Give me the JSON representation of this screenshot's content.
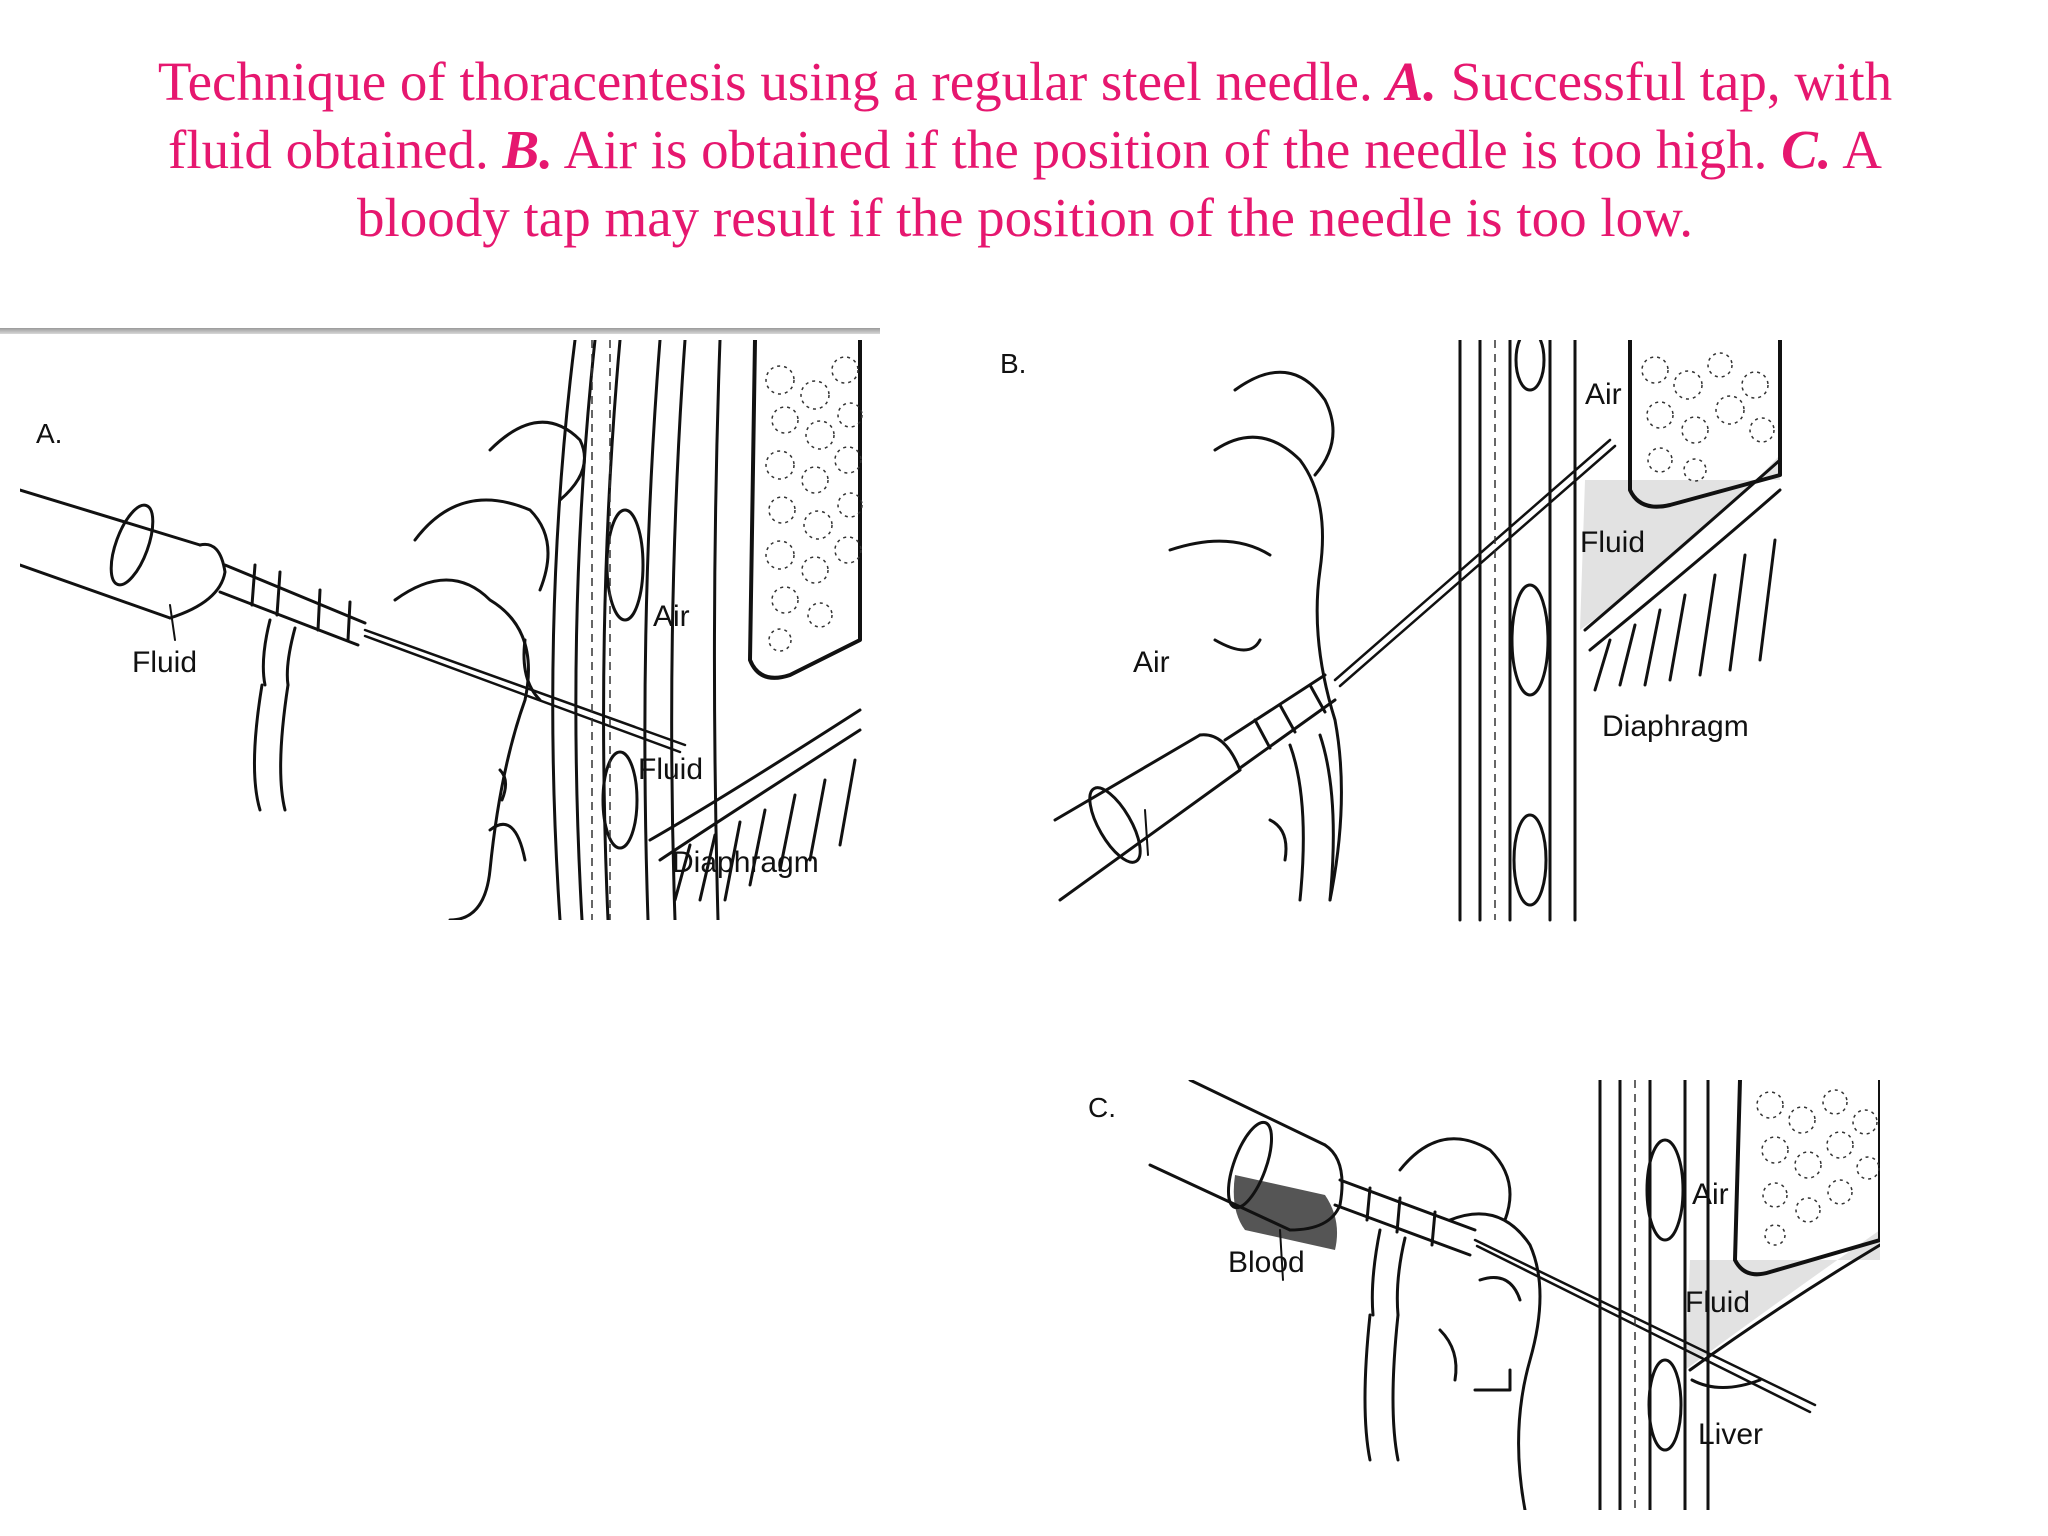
{
  "caption": {
    "t1": "Technique of thoracentesis using a regular steel needle. ",
    "a": "A.",
    "t2": " Successful tap, with fluid obtained. ",
    "b": "B.",
    "t3": " Air is obtained if the position of the needle is too high. ",
    "c": "C.",
    "t4": " A bloody tap may result if the position of the needle is too low."
  },
  "panels": {
    "a": {
      "letter": "A.",
      "labels": {
        "fluid_syringe": "Fluid",
        "air": "Air",
        "fluid": "Fluid",
        "diaphragm": "Diaphragm"
      }
    },
    "b": {
      "letter": "B.",
      "labels": {
        "air_syringe": "Air",
        "air": "Air",
        "fluid": "Fluid",
        "diaphragm": "Diaphragm"
      }
    },
    "c": {
      "letter": "C.",
      "labels": {
        "blood": "Blood",
        "air": "Air",
        "fluid": "Fluid",
        "liver": "Liver"
      }
    }
  },
  "colors": {
    "caption": "#e6176f",
    "line": "#111111",
    "fluid_shade": "#e2e2e2",
    "blood": "#555555"
  }
}
